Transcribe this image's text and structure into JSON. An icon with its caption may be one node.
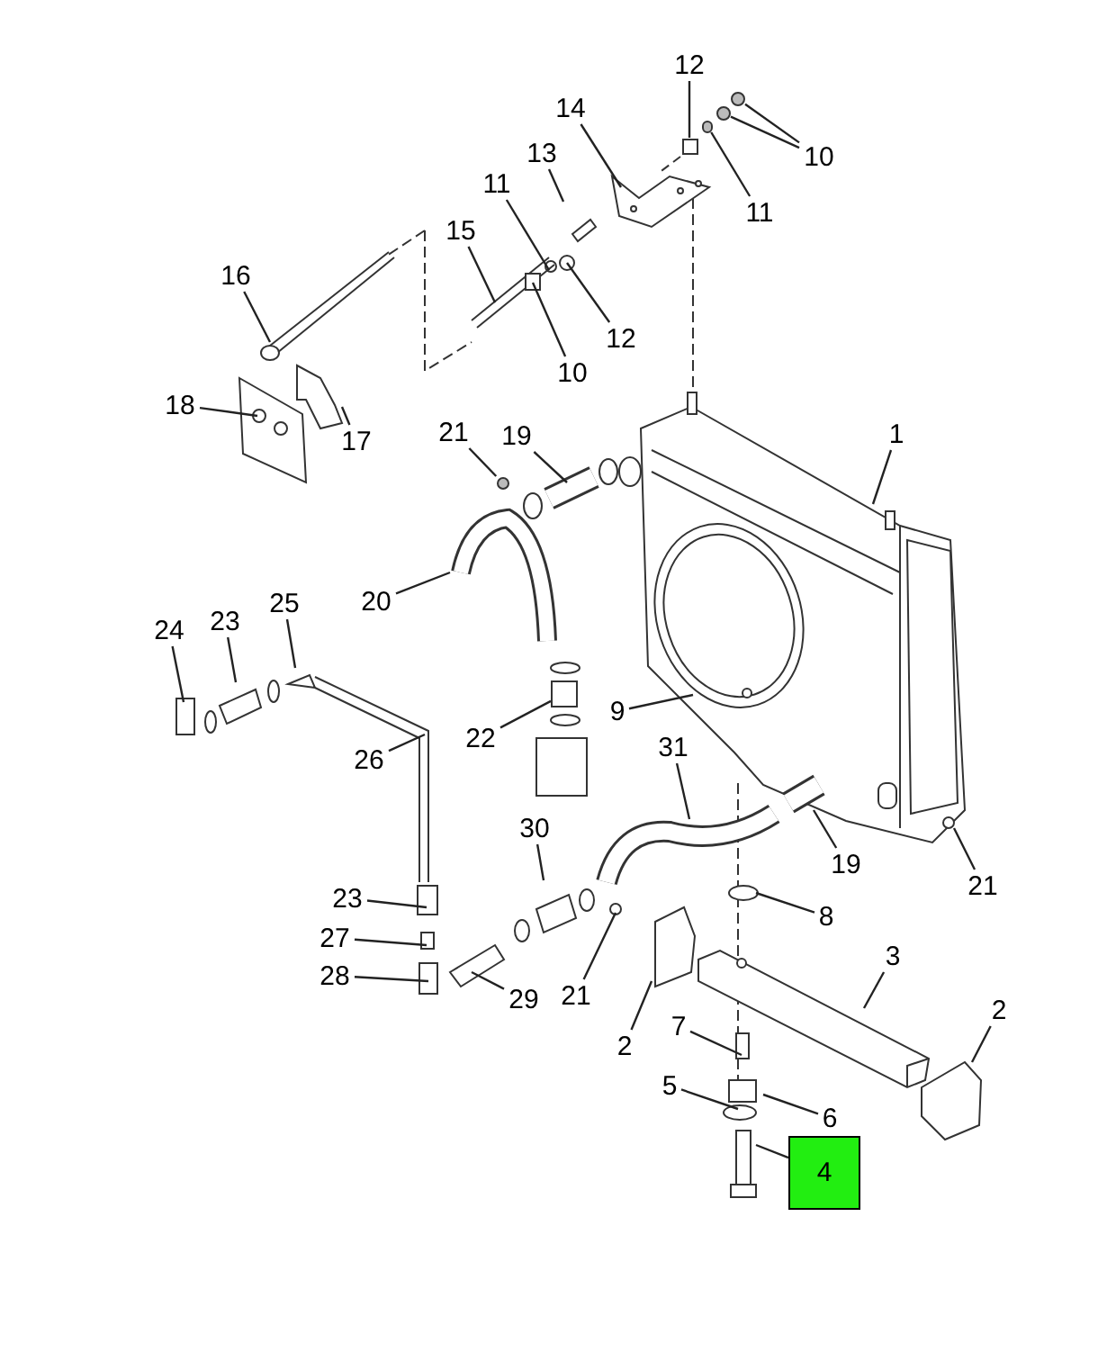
{
  "diagram": {
    "nodes": [
      {
        "text": [
          "1"
        ]
      },
      {
        "text": [
          "12"
        ]
      },
      {
        "text": [
          "14"
        ]
      },
      {
        "text": [
          "10"
        ]
      },
      {
        "text": [
          "11"
        ]
      },
      {
        "text": [
          "13"
        ]
      },
      {
        "text": [
          "11"
        ]
      },
      {
        "text": [
          "15"
        ]
      },
      {
        "text": [
          "12"
        ]
      },
      {
        "text": [
          "10"
        ]
      },
      {
        "text": [
          "16"
        ]
      },
      {
        "text": [
          "18"
        ]
      },
      {
        "text": [
          "17"
        ]
      },
      {
        "text": [
          "21"
        ]
      },
      {
        "text": [
          "19"
        ]
      },
      {
        "text": [
          "20"
        ]
      },
      {
        "text": [
          "24"
        ]
      },
      {
        "text": [
          "23"
        ]
      },
      {
        "text": [
          "25"
        ]
      },
      {
        "text": [
          "26"
        ]
      },
      {
        "text": [
          "22"
        ]
      },
      {
        "text": [
          "9"
        ]
      },
      {
        "text": [
          "31"
        ]
      },
      {
        "text": [
          "19"
        ]
      },
      {
        "text": [
          "21"
        ]
      },
      {
        "text": [
          "23"
        ]
      },
      {
        "text": [
          "30"
        ]
      },
      {
        "text": [
          "8"
        ]
      },
      {
        "text": [
          "27"
        ]
      },
      {
        "text": [
          "28"
        ]
      },
      {
        "text": [
          "29"
        ]
      },
      {
        "text": [
          "21"
        ]
      },
      {
        "text": [
          "3"
        ]
      },
      {
        "text": [
          "2"
        ]
      },
      {
        "text": [
          "2"
        ]
      },
      {
        "text": [
          "7"
        ]
      },
      {
        "text": [
          "5"
        ]
      },
      {
        "text": [
          "6"
        ]
      },
      {
        "text": [
          "4"
        ]
      },
      {
        "text": [],
        "shape": "circle"
      },
      {
        "text": [],
        "shape": "circle"
      },
      {
        "text": [],
        "shape": "circle"
      },
      {
        "text": [],
        "shape": "box"
      },
      {
        "text": [],
        "shape": "box"
      },
      {
        "text": [],
        "shape": "circle"
      }
    ],
    "edges": [
      {
        "from": 0,
        "to": null,
        "arrow": "none"
      },
      {
        "from": 1,
        "to": 43,
        "arrow": "none"
      },
      {
        "from": 2,
        "to": null,
        "arrow": "none"
      },
      {
        "from": 3,
        "to": 39,
        "arrow": "none"
      },
      {
        "from": 3,
        "to": 40,
        "arrow": "none"
      },
      {
        "from": 4,
        "to": 44,
        "arrow": "none"
      },
      {
        "from": 5,
        "to": null,
        "arrow": "none"
      },
      {
        "from": 6,
        "to": null,
        "arrow": "none"
      },
      {
        "from": 7,
        "to": null,
        "arrow": "none"
      },
      {
        "from": 8,
        "to": null,
        "arrow": "none"
      },
      {
        "from": 9,
        "to": null,
        "arrow": "none"
      },
      {
        "from": 10,
        "to": null,
        "arrow": "none"
      },
      {
        "from": 11,
        "to": null,
        "arrow": "none"
      },
      {
        "from": 12,
        "to": null,
        "arrow": "none"
      },
      {
        "from": 13,
        "to": 41,
        "arrow": "none"
      },
      {
        "from": 14,
        "to": null,
        "arrow": "none"
      },
      {
        "from": 15,
        "to": null,
        "arrow": "none"
      },
      {
        "from": 16,
        "to": null,
        "arrow": "none"
      },
      {
        "from": 17,
        "to": null,
        "arrow": "none"
      },
      {
        "from": 18,
        "to": null,
        "arrow": "none"
      },
      {
        "from": 19,
        "to": null,
        "arrow": "none"
      },
      {
        "from": 20,
        "to": 42,
        "arrow": "none"
      },
      {
        "from": 21,
        "to": null,
        "arrow": "none"
      },
      {
        "from": 22,
        "to": null,
        "arrow": "none"
      },
      {
        "from": 23,
        "to": null,
        "arrow": "none"
      },
      {
        "from": 24,
        "to": null,
        "arrow": "none"
      },
      {
        "from": 25,
        "to": null,
        "arrow": "none"
      },
      {
        "from": 26,
        "to": null,
        "arrow": "none"
      },
      {
        "from": 27,
        "to": null,
        "arrow": "none"
      },
      {
        "from": 28,
        "to": null,
        "arrow": "none"
      },
      {
        "from": 29,
        "to": null,
        "arrow": "none"
      },
      {
        "from": 30,
        "to": null,
        "arrow": "none"
      },
      {
        "from": 31,
        "to": null,
        "arrow": "none"
      },
      {
        "from": 32,
        "to": null,
        "arrow": "none"
      },
      {
        "from": 33,
        "to": null,
        "arrow": "none"
      },
      {
        "from": 34,
        "to": null,
        "arrow": "none"
      },
      {
        "from": 35,
        "to": null,
        "arrow": "none"
      },
      {
        "from": 36,
        "to": null,
        "arrow": "none"
      },
      {
        "from": 37,
        "to": null,
        "arrow": "none"
      },
      {
        "from": 38,
        "to": null,
        "arrow": "none"
      }
    ]
  }
}
